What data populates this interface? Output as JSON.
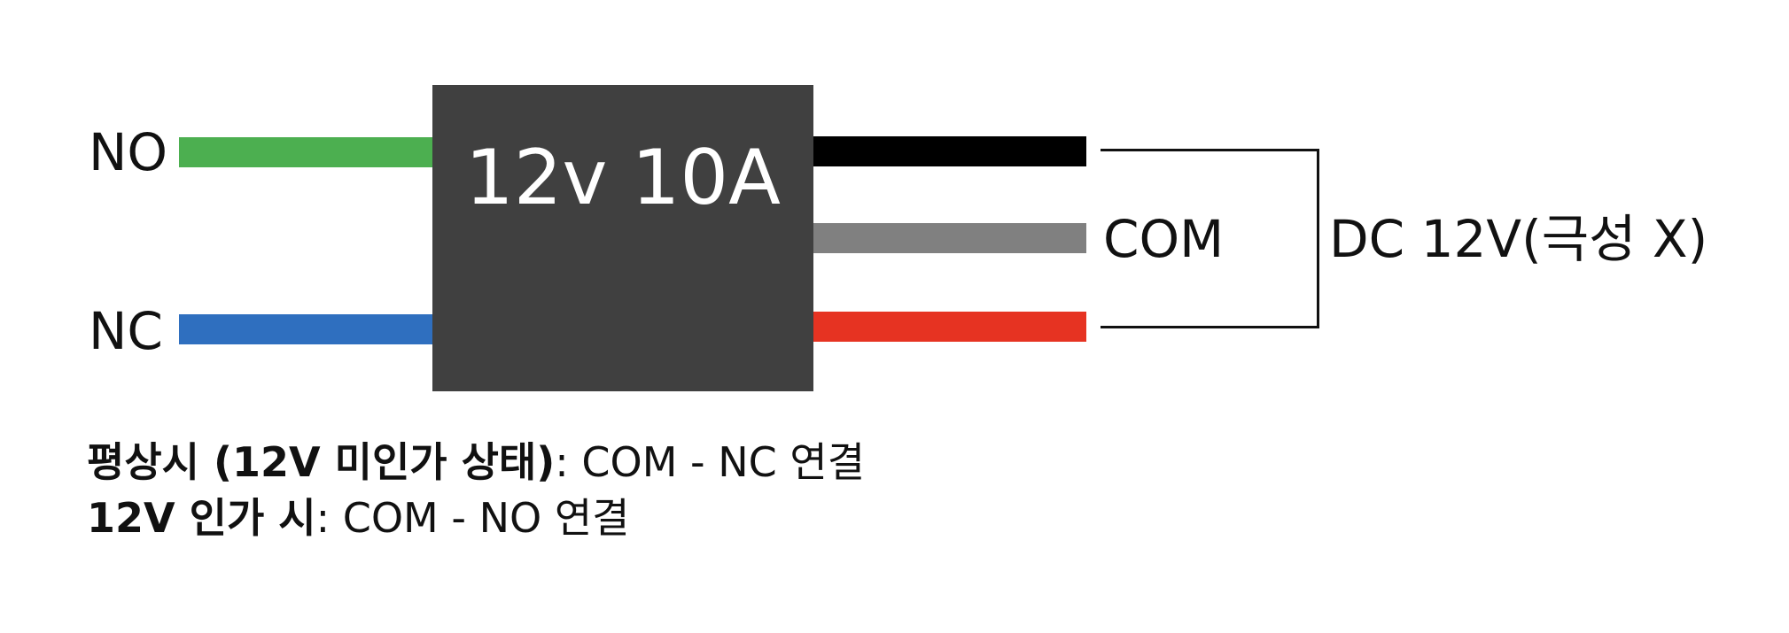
{
  "module": {
    "label": "12v 10A",
    "color": "#404040"
  },
  "left_wires": [
    {
      "label": "NO",
      "color": "#4caf50"
    },
    {
      "label": "NC",
      "color": "#2f6fbf"
    }
  ],
  "right_wires": [
    {
      "color": "#000000"
    },
    {
      "color": "#808080"
    },
    {
      "color": "#e63322"
    }
  ],
  "com_label": "COM",
  "dc_label": "DC 12V(극성 X)",
  "notes": [
    {
      "bold": "평상시 (12V 미인가 상태)",
      "text": ": COM - NC 연결"
    },
    {
      "bold": "12V 인가 시",
      "text": ": COM - NO 연결"
    }
  ]
}
